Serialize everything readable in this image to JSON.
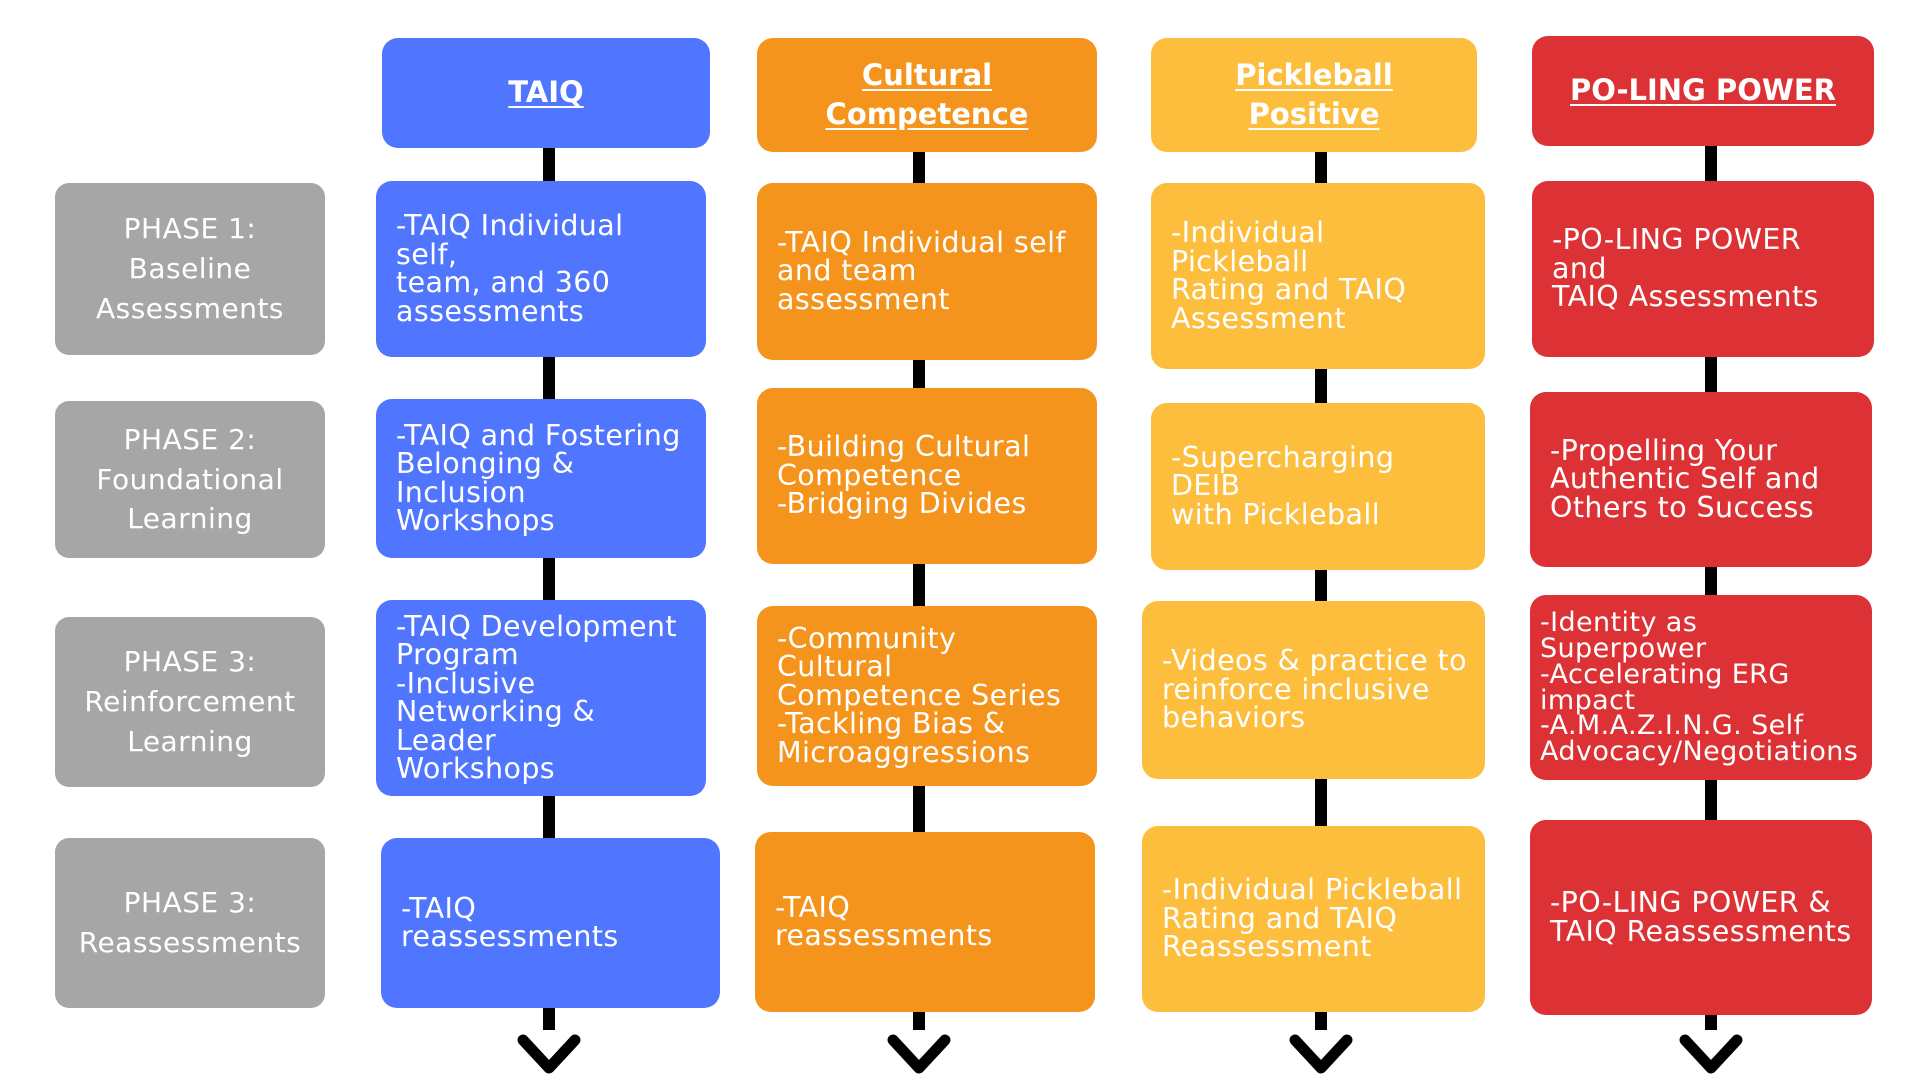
{
  "colors": {
    "taiq": "#5075ff",
    "cultural": "#f5941c",
    "pickleball": "#fdbe3d",
    "poling": "#dc3135",
    "phase": "#a6a6a6",
    "connector": "#000000"
  },
  "phases": [
    {
      "label": "PHASE 1:\nBaseline\nAssessments"
    },
    {
      "label": "PHASE 2:\nFoundational\nLearning"
    },
    {
      "label": "PHASE 3:\nReinforcement\nLearning"
    },
    {
      "label": "PHASE 3:\nReassessments"
    }
  ],
  "columns": [
    {
      "title": "TAIQ",
      "items": [
        "-TAIQ Individual self,\nteam, and 360\nassessments",
        "-TAIQ and Fostering\nBelonging &\nInclusion Workshops",
        "-TAIQ Development\nProgram\n-Inclusive\nNetworking & Leader\nWorkshops",
        "-TAIQ reassessments"
      ]
    },
    {
      "title": "Cultural\nCompetence",
      "items": [
        "-TAIQ Individual self\nand team assessment",
        "-Building Cultural\nCompetence\n-Bridging Divides",
        "-Community Cultural\nCompetence Series\n-Tackling Bias &\nMicroaggressions",
        "-TAIQ reassessments"
      ]
    },
    {
      "title": "Pickleball\nPositive",
      "items": [
        "-Individual Pickleball\nRating and TAIQ\nAssessment",
        "-Supercharging DEIB\nwith Pickleball",
        "-Videos & practice to\nreinforce inclusive\nbehaviors",
        "-Individual Pickleball\nRating and TAIQ\nReassessment"
      ]
    },
    {
      "title": "PO-LING POWER",
      "items": [
        "-PO-LING POWER and\nTAIQ Assessments",
        "-Propelling Your\nAuthentic Self and\nOthers to Success",
        "-Identity as Superpower\n-Accelerating ERG\nimpact\n-A.M.A.Z.I.N.G. Self\nAdvocacy/Negotiations",
        "-PO-LING POWER &\nTAIQ Reassessments"
      ]
    }
  ]
}
